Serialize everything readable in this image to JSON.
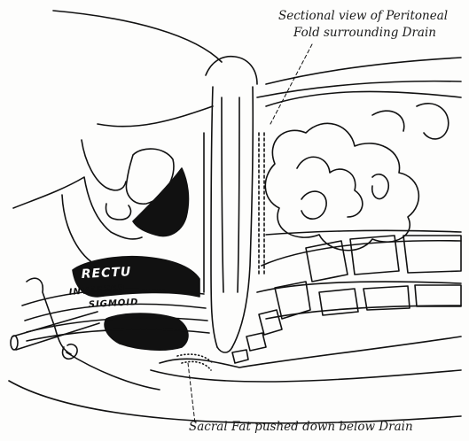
{
  "annotations": {
    "top_line_1": "Sectional view of Peritoneal",
    "top_line_2": "Fold surrounding Drain",
    "bottom": "Sacral Fat pushed down below Drain"
  },
  "organ_labels": {
    "rectum": "RECTU",
    "inverted": "INVERTED",
    "sigmoid": "SIGMOID"
  },
  "colors": {
    "ink": "#111111",
    "paper": "#fdfdfc"
  }
}
